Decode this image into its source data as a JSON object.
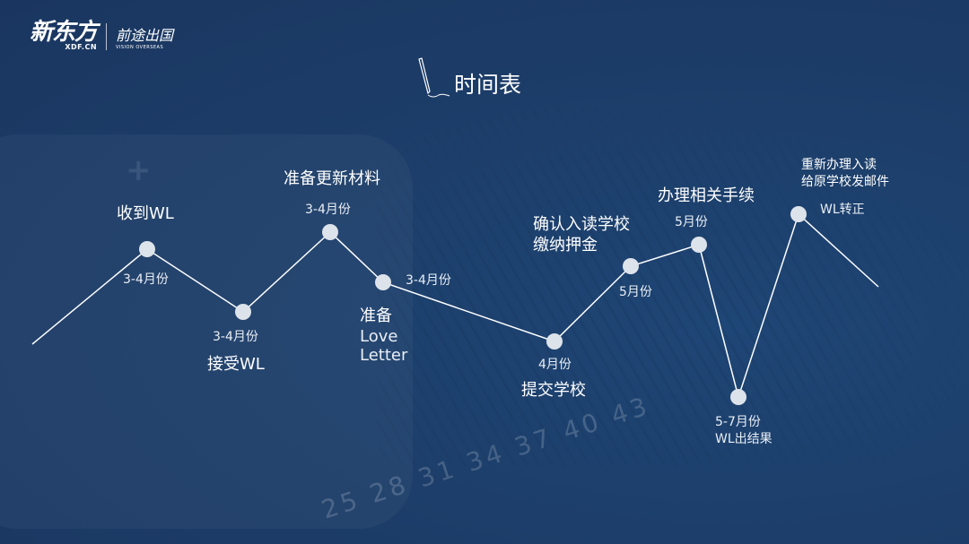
{
  "logo": {
    "brand": "新东方",
    "brand_sub": "XDF.CN",
    "partner": "前途出国",
    "partner_sub": "VISION OVERSEAS"
  },
  "title": "时间表",
  "background_numbers": "25 28 31 34 37 40 43",
  "colors": {
    "background": "#1d3f6b",
    "line": "#ffffff",
    "node": "#dde3ea"
  },
  "timeline": [
    {
      "title": "收到WL",
      "date": "3-4月份"
    },
    {
      "title": "接受WL",
      "date": "3-4月份"
    },
    {
      "title": "准备更新材料",
      "date": "3-4月份"
    },
    {
      "title": "准备",
      "subtitle": "Love Letter",
      "date": "3-4月份"
    },
    {
      "title": "提交学校",
      "date": "4月份"
    },
    {
      "title": "确认入读学校",
      "title2": "缴纳押金",
      "date": "5月份"
    },
    {
      "title": "办理相关手续",
      "date": "5月份"
    },
    {
      "title": "WL出结果",
      "date": "5-7月份"
    },
    {
      "title": "重新办理入读",
      "title2": "给原学校发邮件",
      "date": "WL转正"
    }
  ]
}
